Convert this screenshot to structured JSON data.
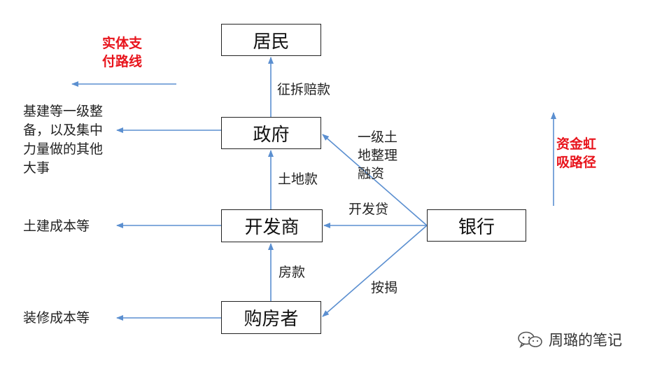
{
  "nodes": {
    "resident": "居民",
    "government": "政府",
    "developer": "开发商",
    "buyer": "购房者",
    "bank": "银行"
  },
  "edges": {
    "demolition_compensation": "征拆赔款",
    "land_payment": "土地款",
    "house_payment": "房款",
    "primary_land_financing": "一级土地整理融资",
    "development_loan": "开发贷",
    "mortgage": "按揭"
  },
  "outputs": {
    "government_use": "基建等一级整备，以及集中力量做的其他大事",
    "developer_use": "土建成本等",
    "buyer_use": "装修成本等"
  },
  "legend": {
    "physical_payment_path": "实体支付路线",
    "capital_siphon_path": "资金虹吸路径"
  },
  "watermark": {
    "text": "周璐的笔记",
    "icon": "wechat-icon"
  },
  "colors": {
    "arrow": "#5b8fd0",
    "legend_text": "#e8141c"
  }
}
